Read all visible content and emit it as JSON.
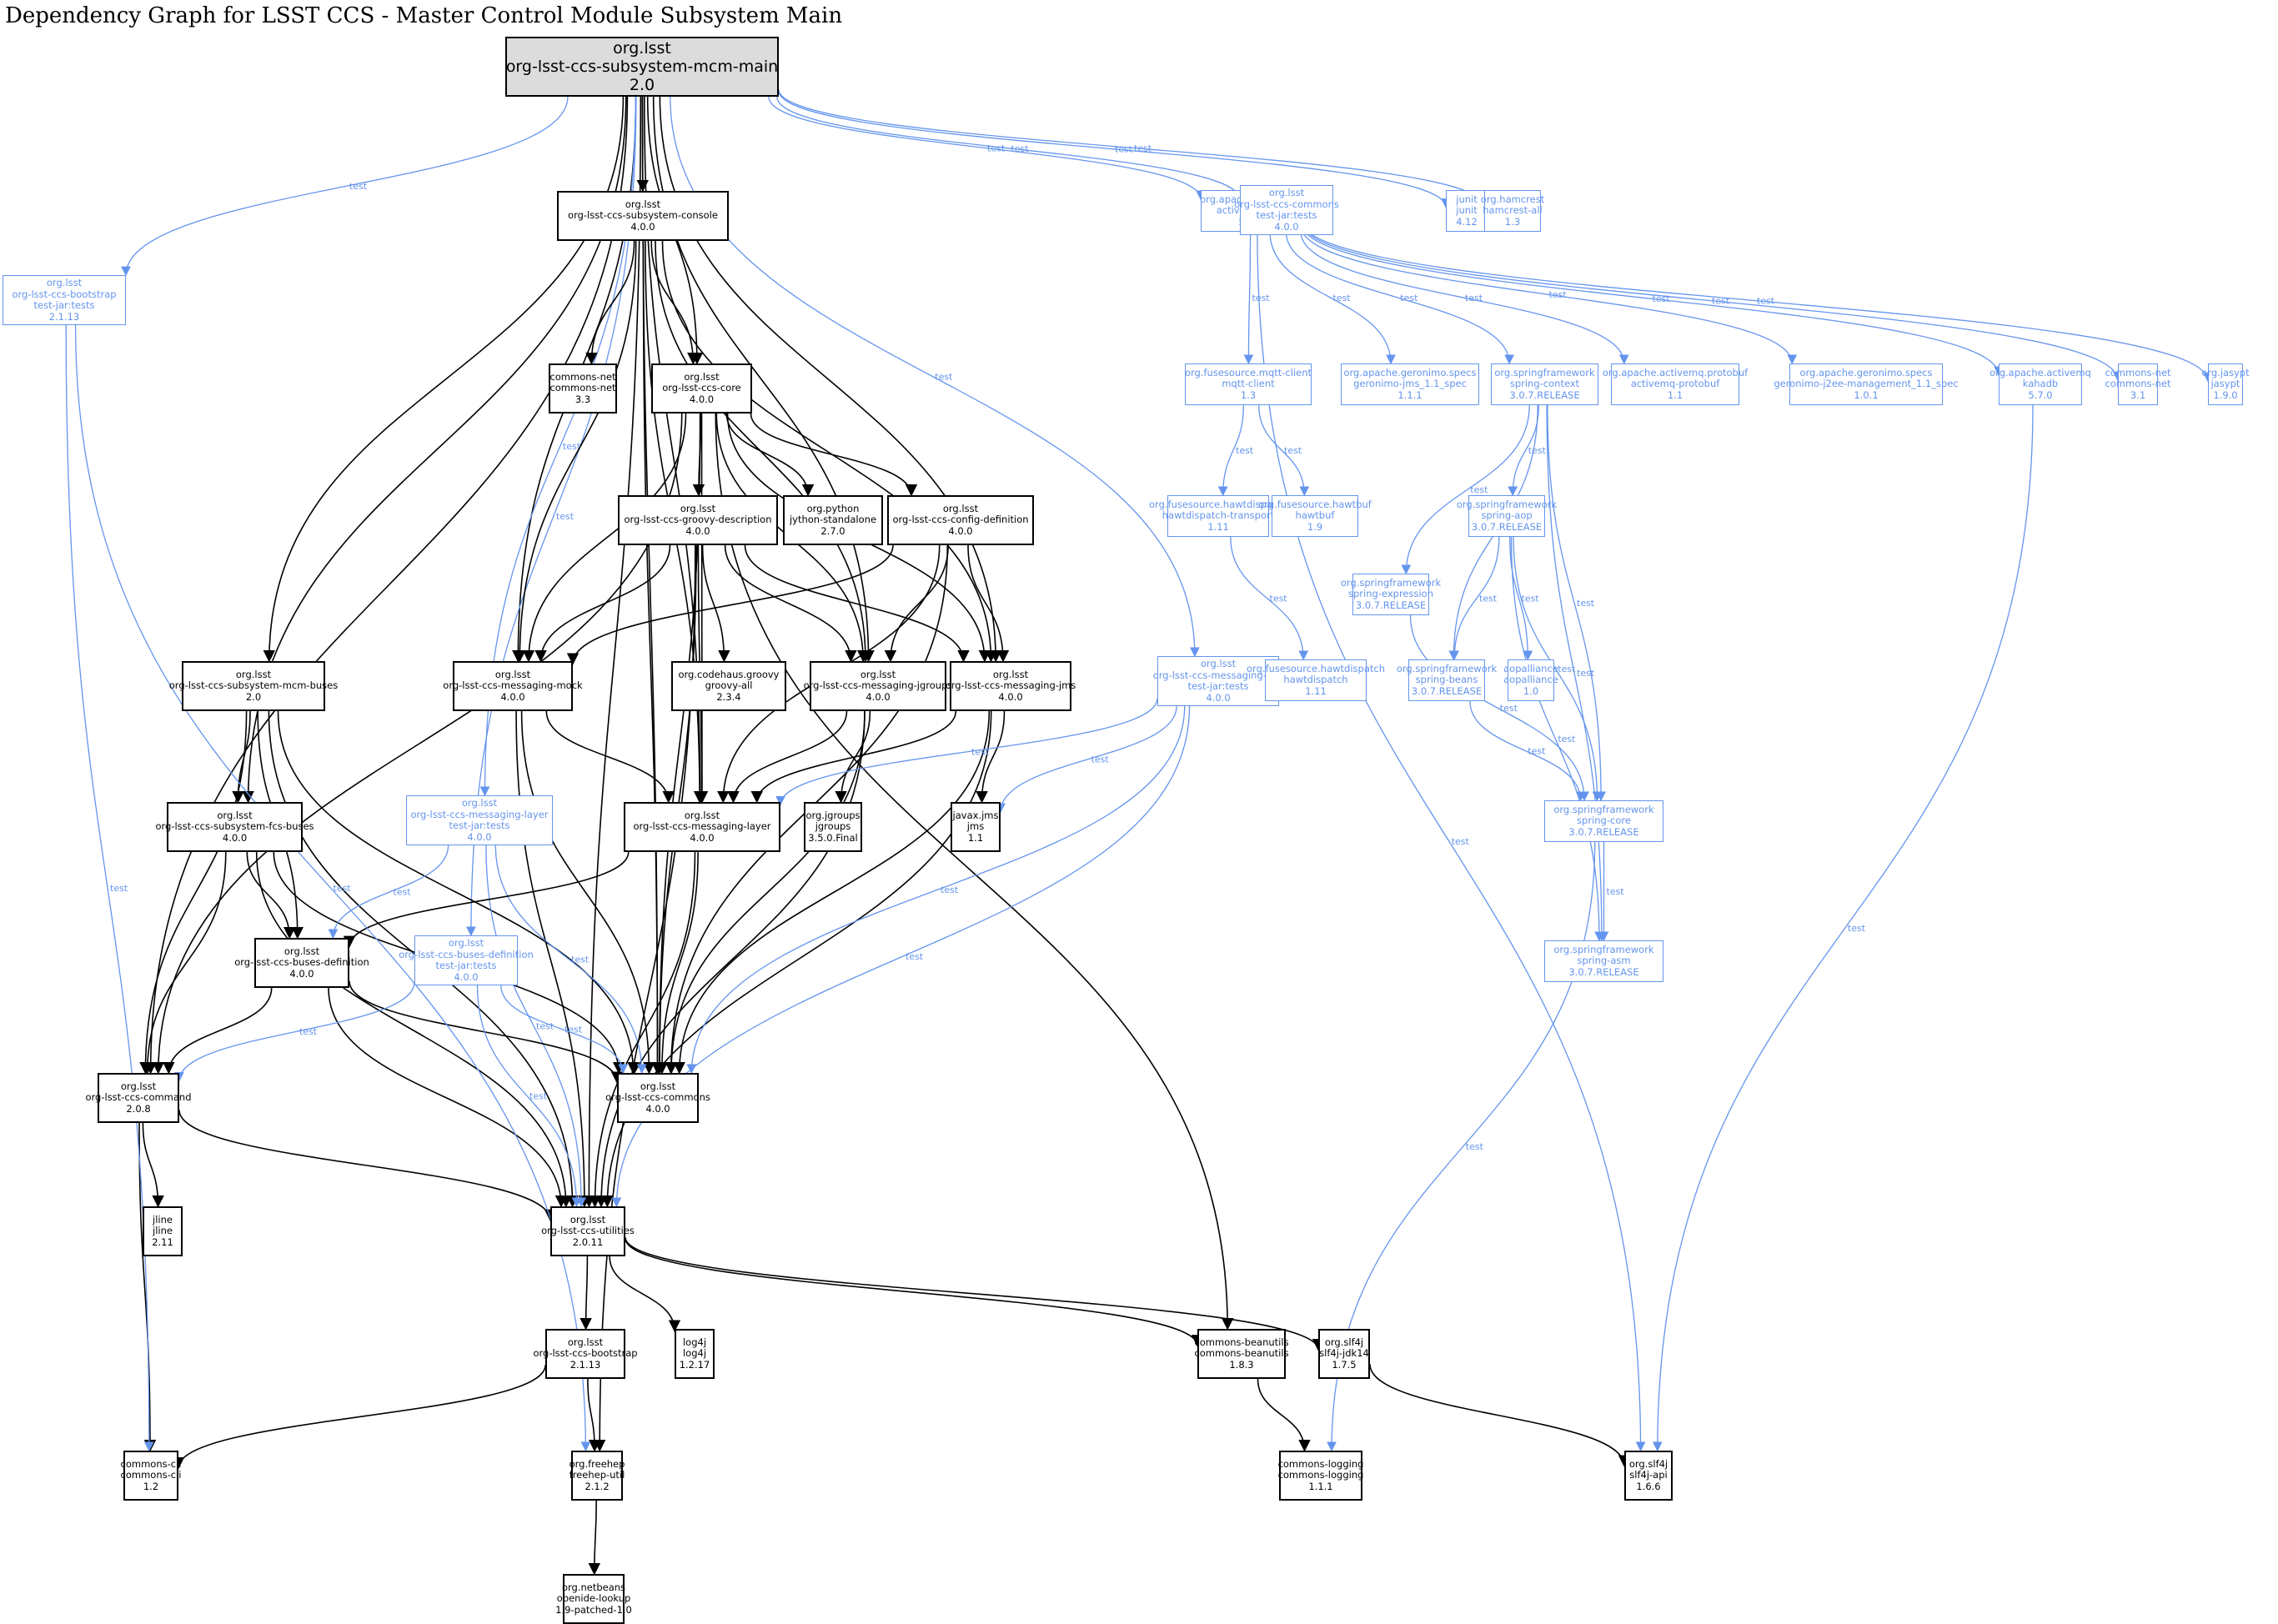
{
  "title": "Dependency Graph for LSST CCS - Master Control Module Subsystem Main",
  "colors": {
    "compile": "#000000",
    "test": "#6495ed",
    "root_fill": "#dcdcdc"
  },
  "edge_label_test": "test",
  "nodes": [
    {
      "id": "main",
      "lines": [
        "org.lsst",
        "org-lsst-ccs-subsystem-mcm-main",
        "2.0"
      ],
      "kind": "root"
    },
    {
      "id": "console",
      "lines": [
        "org.lsst",
        "org-lsst-ccs-subsystem-console",
        "4.0.0"
      ],
      "kind": "compile"
    },
    {
      "id": "commonsnet33",
      "lines": [
        "commons-net",
        "commons-net",
        "3.3"
      ],
      "kind": "compile"
    },
    {
      "id": "core",
      "lines": [
        "org.lsst",
        "org-lsst-ccs-core",
        "4.0.0"
      ],
      "kind": "compile"
    },
    {
      "id": "groovydesc",
      "lines": [
        "org.lsst",
        "org-lsst-ccs-groovy-description",
        "4.0.0"
      ],
      "kind": "compile"
    },
    {
      "id": "jython",
      "lines": [
        "org.python",
        "jython-standalone",
        "2.7.0"
      ],
      "kind": "compile"
    },
    {
      "id": "configdef",
      "lines": [
        "org.lsst",
        "org-lsst-ccs-config-definition",
        "4.0.0"
      ],
      "kind": "compile"
    },
    {
      "id": "mcmbuses",
      "lines": [
        "org.lsst",
        "org-lsst-ccs-subsystem-mcm-buses",
        "2.0"
      ],
      "kind": "compile"
    },
    {
      "id": "msgmock",
      "lines": [
        "org.lsst",
        "org-lsst-ccs-messaging-mock",
        "4.0.0"
      ],
      "kind": "compile"
    },
    {
      "id": "groovyall",
      "lines": [
        "org.codehaus.groovy",
        "groovy-all",
        "2.3.4"
      ],
      "kind": "compile"
    },
    {
      "id": "msgjgroups",
      "lines": [
        "org.lsst",
        "org-lsst-ccs-messaging-jgroups",
        "4.0.0"
      ],
      "kind": "compile"
    },
    {
      "id": "msgjms",
      "lines": [
        "org.lsst",
        "org-lsst-ccs-messaging-jms",
        "4.0.0"
      ],
      "kind": "compile"
    },
    {
      "id": "fcsbuses",
      "lines": [
        "org.lsst",
        "org-lsst-ccs-subsystem-fcs-buses",
        "4.0.0"
      ],
      "kind": "compile"
    },
    {
      "id": "msglayertests",
      "lines": [
        "org.lsst",
        "org-lsst-ccs-messaging-layer",
        "test-jar:tests",
        "4.0.0"
      ],
      "kind": "test"
    },
    {
      "id": "msglayer",
      "lines": [
        "org.lsst",
        "org-lsst-ccs-messaging-layer",
        "4.0.0"
      ],
      "kind": "compile"
    },
    {
      "id": "jgroups",
      "lines": [
        "org.jgroups",
        "jgroups",
        "3.5.0.Final"
      ],
      "kind": "compile"
    },
    {
      "id": "javaxjms",
      "lines": [
        "javax.jms",
        "jms",
        "1.1"
      ],
      "kind": "compile"
    },
    {
      "id": "busesdef",
      "lines": [
        "org.lsst",
        "org-lsst-ccs-buses-definition",
        "4.0.0"
      ],
      "kind": "compile"
    },
    {
      "id": "busesdeftests",
      "lines": [
        "org.lsst",
        "org-lsst-ccs-buses-definition",
        "test-jar:tests",
        "4.0.0"
      ],
      "kind": "test"
    },
    {
      "id": "command",
      "lines": [
        "org.lsst",
        "org-lsst-ccs-command",
        "2.0.8"
      ],
      "kind": "compile"
    },
    {
      "id": "commons",
      "lines": [
        "org.lsst",
        "org-lsst-ccs-commons",
        "4.0.0"
      ],
      "kind": "compile"
    },
    {
      "id": "jline",
      "lines": [
        "jline",
        "jline",
        "2.11"
      ],
      "kind": "compile"
    },
    {
      "id": "utilities",
      "lines": [
        "org.lsst",
        "org-lsst-ccs-utilities",
        "2.0.11"
      ],
      "kind": "compile"
    },
    {
      "id": "bootstrap",
      "lines": [
        "org.lsst",
        "org-lsst-ccs-bootstrap",
        "2.1.13"
      ],
      "kind": "compile"
    },
    {
      "id": "log4j",
      "lines": [
        "log4j",
        "log4j",
        "1.2.17"
      ],
      "kind": "compile"
    },
    {
      "id": "beanutils",
      "lines": [
        "commons-beanutils",
        "commons-beanutils",
        "1.8.3"
      ],
      "kind": "compile"
    },
    {
      "id": "slf4jjdk",
      "lines": [
        "org.slf4j",
        "slf4j-jdk14",
        "1.7.5"
      ],
      "kind": "compile"
    },
    {
      "id": "commonscli",
      "lines": [
        "commons-cli",
        "commons-cli",
        "1.2"
      ],
      "kind": "compile"
    },
    {
      "id": "freehep",
      "lines": [
        "org.freehep",
        "freehep-util",
        "2.1.2"
      ],
      "kind": "compile"
    },
    {
      "id": "commonslogging",
      "lines": [
        "commons-logging",
        "commons-logging",
        "1.1.1"
      ],
      "kind": "compile"
    },
    {
      "id": "slf4japi",
      "lines": [
        "org.slf4j",
        "slf4j-api",
        "1.6.6"
      ],
      "kind": "compile"
    },
    {
      "id": "openide",
      "lines": [
        "org.netbeans",
        "openide-lookup",
        "1.9-patched-1.0"
      ],
      "kind": "compile"
    },
    {
      "id": "bootstraptests",
      "lines": [
        "org.lsst",
        "org-lsst-ccs-bootstrap",
        "test-jar:tests",
        "2.1.13"
      ],
      "kind": "test"
    },
    {
      "id": "msgjmstests",
      "lines": [
        "org.lsst",
        "org-lsst-ccs-messaging-jms",
        "test-jar:tests",
        "4.0.0"
      ],
      "kind": "test"
    },
    {
      "id": "activemqcore",
      "lines": [
        "org.apache.activemq",
        "activemq-core",
        "5.7.0"
      ],
      "kind": "test"
    },
    {
      "id": "commonstests",
      "lines": [
        "org.lsst",
        "org-lsst-ccs-commons",
        "test-jar:tests",
        "4.0.0"
      ],
      "kind": "test"
    },
    {
      "id": "junit",
      "lines": [
        "junit",
        "junit",
        "4.12"
      ],
      "kind": "test"
    },
    {
      "id": "hamcrest",
      "lines": [
        "org.hamcrest",
        "hamcrest-all",
        "1.3"
      ],
      "kind": "test"
    },
    {
      "id": "mqtt",
      "lines": [
        "org.fusesource.mqtt-client",
        "mqtt-client",
        "1.3"
      ],
      "kind": "test"
    },
    {
      "id": "geronimojms",
      "lines": [
        "org.apache.geronimo.specs",
        "geronimo-jms_1.1_spec",
        "1.1.1"
      ],
      "kind": "test"
    },
    {
      "id": "springcontext",
      "lines": [
        "org.springframework",
        "spring-context",
        "3.0.7.RELEASE"
      ],
      "kind": "test"
    },
    {
      "id": "protobuf",
      "lines": [
        "org.apache.activemq.protobuf",
        "activemq-protobuf",
        "1.1"
      ],
      "kind": "test"
    },
    {
      "id": "geronimoj2ee",
      "lines": [
        "org.apache.geronimo.specs",
        "geronimo-j2ee-management_1.1_spec",
        "1.0.1"
      ],
      "kind": "test"
    },
    {
      "id": "kahadb",
      "lines": [
        "org.apache.activemq",
        "kahadb",
        "5.7.0"
      ],
      "kind": "test"
    },
    {
      "id": "commonsnet31",
      "lines": [
        "commons-net",
        "commons-net",
        "3.1"
      ],
      "kind": "test"
    },
    {
      "id": "jasypt",
      "lines": [
        "org.jasypt",
        "jasypt",
        "1.9.0"
      ],
      "kind": "test"
    },
    {
      "id": "hawttransport",
      "lines": [
        "org.fusesource.hawtdispatch",
        "hawtdispatch-transport",
        "1.11"
      ],
      "kind": "test"
    },
    {
      "id": "hawtbuf",
      "lines": [
        "org.fusesource.hawtbuf",
        "hawtbuf",
        "1.9"
      ],
      "kind": "test"
    },
    {
      "id": "springaop",
      "lines": [
        "org.springframework",
        "spring-aop",
        "3.0.7.RELEASE"
      ],
      "kind": "test"
    },
    {
      "id": "springexpr",
      "lines": [
        "org.springframework",
        "spring-expression",
        "3.0.7.RELEASE"
      ],
      "kind": "test"
    },
    {
      "id": "hawtdispatch",
      "lines": [
        "org.fusesource.hawtdispatch",
        "hawtdispatch",
        "1.11"
      ],
      "kind": "test"
    },
    {
      "id": "springbeans",
      "lines": [
        "org.springframework",
        "spring-beans",
        "3.0.7.RELEASE"
      ],
      "kind": "test"
    },
    {
      "id": "aopalliance",
      "lines": [
        "aopalliance",
        "aopalliance",
        "1.0"
      ],
      "kind": "test"
    },
    {
      "id": "springcore",
      "lines": [
        "org.springframework",
        "spring-core",
        "3.0.7.RELEASE"
      ],
      "kind": "test"
    },
    {
      "id": "springasm",
      "lines": [
        "org.springframework",
        "spring-asm",
        "3.0.7.RELEASE"
      ],
      "kind": "test"
    }
  ],
  "edges": [
    [
      "main",
      "console",
      "compile"
    ],
    [
      "main",
      "mcmbuses",
      "compile"
    ],
    [
      "main",
      "fcsbuses",
      "compile"
    ],
    [
      "main",
      "core",
      "compile"
    ],
    [
      "main",
      "msgmock",
      "compile"
    ],
    [
      "main",
      "msgjgroups",
      "compile"
    ],
    [
      "main",
      "msgjms",
      "compile"
    ],
    [
      "main",
      "msglayer",
      "compile"
    ],
    [
      "main",
      "commons",
      "compile"
    ],
    [
      "main",
      "command",
      "compile"
    ],
    [
      "main",
      "utilities",
      "compile"
    ],
    [
      "main",
      "bootstraptests",
      "test"
    ],
    [
      "main",
      "msglayertests",
      "test"
    ],
    [
      "main",
      "busesdeftests",
      "test"
    ],
    [
      "main",
      "msgjmstests",
      "test"
    ],
    [
      "main",
      "activemqcore",
      "test"
    ],
    [
      "main",
      "commonstests",
      "test"
    ],
    [
      "main",
      "junit",
      "test"
    ],
    [
      "main",
      "hamcrest",
      "test"
    ],
    [
      "console",
      "commonsnet33",
      "compile"
    ],
    [
      "console",
      "core",
      "compile"
    ],
    [
      "console",
      "msgmock",
      "compile"
    ],
    [
      "console",
      "msgjgroups",
      "compile"
    ],
    [
      "console",
      "msgjms",
      "compile"
    ],
    [
      "console",
      "msglayer",
      "compile"
    ],
    [
      "console",
      "commons",
      "compile"
    ],
    [
      "core",
      "groovydesc",
      "compile"
    ],
    [
      "core",
      "jython",
      "compile"
    ],
    [
      "core",
      "configdef",
      "compile"
    ],
    [
      "core",
      "msgmock",
      "compile"
    ],
    [
      "core",
      "msgjgroups",
      "compile"
    ],
    [
      "core",
      "msgjms",
      "compile"
    ],
    [
      "core",
      "msglayer",
      "compile"
    ],
    [
      "core",
      "commons",
      "compile"
    ],
    [
      "core",
      "command",
      "compile"
    ],
    [
      "core",
      "beanutils",
      "compile"
    ],
    [
      "groovydesc",
      "groovyall",
      "compile"
    ],
    [
      "groovydesc",
      "msgmock",
      "compile"
    ],
    [
      "groovydesc",
      "msgjgroups",
      "compile"
    ],
    [
      "groovydesc",
      "msgjms",
      "compile"
    ],
    [
      "groovydesc",
      "msglayer",
      "compile"
    ],
    [
      "groovydesc",
      "commons",
      "compile"
    ],
    [
      "groovydesc",
      "freehep",
      "compile"
    ],
    [
      "configdef",
      "msgjgroups",
      "compile"
    ],
    [
      "configdef",
      "msgjms",
      "compile"
    ],
    [
      "configdef",
      "msgmock",
      "compile"
    ],
    [
      "configdef",
      "msglayer",
      "compile"
    ],
    [
      "configdef",
      "commons",
      "compile"
    ],
    [
      "mcmbuses",
      "fcsbuses",
      "compile"
    ],
    [
      "mcmbuses",
      "busesdef",
      "compile"
    ],
    [
      "mcmbuses",
      "command",
      "compile"
    ],
    [
      "mcmbuses",
      "commons",
      "compile"
    ],
    [
      "mcmbuses",
      "utilities",
      "compile"
    ],
    [
      "msgmock",
      "msglayer",
      "compile"
    ],
    [
      "msgmock",
      "commons",
      "compile"
    ],
    [
      "msgmock",
      "utilities",
      "compile"
    ],
    [
      "msgjgroups",
      "jgroups",
      "compile"
    ],
    [
      "msgjgroups",
      "msglayer",
      "compile"
    ],
    [
      "msgjgroups",
      "commons",
      "compile"
    ],
    [
      "msgjgroups",
      "utilities",
      "compile"
    ],
    [
      "msgjms",
      "javaxjms",
      "compile"
    ],
    [
      "msgjms",
      "msglayer",
      "compile"
    ],
    [
      "msgjms",
      "commons",
      "compile"
    ],
    [
      "msgjms",
      "utilities",
      "compile"
    ],
    [
      "fcsbuses",
      "busesdef",
      "compile"
    ],
    [
      "fcsbuses",
      "command",
      "compile"
    ],
    [
      "fcsbuses",
      "commons",
      "compile"
    ],
    [
      "fcsbuses",
      "utilities",
      "compile"
    ],
    [
      "msglayertests",
      "busesdef",
      "test"
    ],
    [
      "msglayertests",
      "commons",
      "test"
    ],
    [
      "msglayertests",
      "utilities",
      "test"
    ],
    [
      "msglayer",
      "busesdef",
      "compile"
    ],
    [
      "msglayer",
      "commons",
      "compile"
    ],
    [
      "msglayer",
      "utilities",
      "compile"
    ],
    [
      "msgjmstests",
      "msglayer",
      "test"
    ],
    [
      "msgjmstests",
      "javaxjms",
      "test"
    ],
    [
      "msgjmstests",
      "commons",
      "test"
    ],
    [
      "msgjmstests",
      "utilities",
      "test"
    ],
    [
      "busesdef",
      "command",
      "compile"
    ],
    [
      "busesdef",
      "commons",
      "compile"
    ],
    [
      "busesdef",
      "utilities",
      "compile"
    ],
    [
      "busesdeftests",
      "command",
      "test"
    ],
    [
      "busesdeftests",
      "commons",
      "test"
    ],
    [
      "busesdeftests",
      "utilities",
      "test"
    ],
    [
      "command",
      "jline",
      "compile"
    ],
    [
      "command",
      "utilities",
      "compile"
    ],
    [
      "command",
      "commonscli",
      "compile"
    ],
    [
      "utilities",
      "bootstrap",
      "compile"
    ],
    [
      "utilities",
      "log4j",
      "compile"
    ],
    [
      "utilities",
      "beanutils",
      "compile"
    ],
    [
      "utilities",
      "slf4jjdk",
      "compile"
    ],
    [
      "bootstrap",
      "commonscli",
      "compile"
    ],
    [
      "bootstrap",
      "freehep",
      "compile"
    ],
    [
      "bootstraptests",
      "commonscli",
      "test"
    ],
    [
      "bootstraptests",
      "freehep",
      "test"
    ],
    [
      "freehep",
      "openide",
      "compile"
    ],
    [
      "beanutils",
      "commonslogging",
      "compile"
    ],
    [
      "slf4jjdk",
      "slf4japi",
      "compile"
    ],
    [
      "activemqcore",
      "mqtt",
      "test"
    ],
    [
      "activemqcore",
      "geronimojms",
      "test"
    ],
    [
      "activemqcore",
      "springcontext",
      "test"
    ],
    [
      "activemqcore",
      "protobuf",
      "test"
    ],
    [
      "activemqcore",
      "geronimoj2ee",
      "test"
    ],
    [
      "activemqcore",
      "kahadb",
      "test"
    ],
    [
      "activemqcore",
      "commonsnet31",
      "test"
    ],
    [
      "activemqcore",
      "jasypt",
      "test"
    ],
    [
      "activemqcore",
      "slf4japi",
      "test"
    ],
    [
      "mqtt",
      "hawttransport",
      "test"
    ],
    [
      "mqtt",
      "hawtbuf",
      "test"
    ],
    [
      "hawttransport",
      "hawtdispatch",
      "test"
    ],
    [
      "springcontext",
      "springaop",
      "test"
    ],
    [
      "springcontext",
      "springexpr",
      "test"
    ],
    [
      "springcontext",
      "springbeans",
      "test"
    ],
    [
      "springcontext",
      "springcore",
      "test"
    ],
    [
      "springcontext",
      "springasm",
      "test"
    ],
    [
      "springaop",
      "springbeans",
      "test"
    ],
    [
      "springaop",
      "aopalliance",
      "test"
    ],
    [
      "springaop",
      "springcore",
      "test"
    ],
    [
      "springaop",
      "springasm",
      "test"
    ],
    [
      "springexpr",
      "springcore",
      "test"
    ],
    [
      "springbeans",
      "springcore",
      "test"
    ],
    [
      "springcore",
      "springasm",
      "test"
    ],
    [
      "springcore",
      "commonslogging",
      "test"
    ],
    [
      "kahadb",
      "slf4japi",
      "test"
    ]
  ]
}
